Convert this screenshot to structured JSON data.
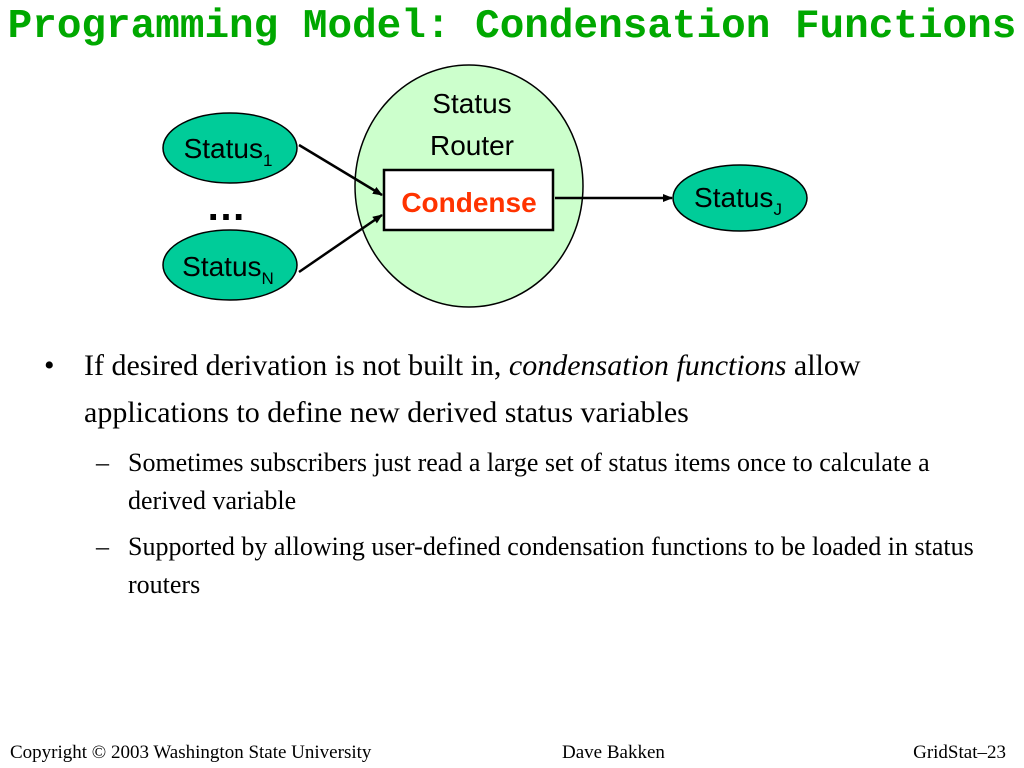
{
  "slide": {
    "title": "Programming Model: Condensation Functions"
  },
  "diagram": {
    "input1": {
      "label": "Status",
      "subscript": "1"
    },
    "inputN": {
      "label": "Status",
      "subscript": "N"
    },
    "ellipsis": "…",
    "router": {
      "line1": "Status",
      "line2": "Router"
    },
    "condense_label": "Condense",
    "output": {
      "label": "Status",
      "subscript": "J"
    },
    "colors": {
      "input_fill": "#00cc99",
      "router_fill": "#ccffcc",
      "condense_text": "#ff3300"
    }
  },
  "bullets": [
    {
      "marker": "•",
      "text_before": "If desired derivation is not built in, ",
      "emphasis": "condensation functions",
      "text_after": " allow applications to define new derived status variables",
      "sub": [
        {
          "marker": "–",
          "text": "Sometimes subscribers just read a large set of  status items once to calculate a derived variable"
        },
        {
          "marker": "–",
          "text": "Supported by allowing user-defined condensation functions to be loaded in status routers"
        }
      ]
    }
  ],
  "footer": {
    "copyright": "Copyright © 2003 Washington State University",
    "author": "Dave Bakken",
    "page": "GridStat–23"
  }
}
